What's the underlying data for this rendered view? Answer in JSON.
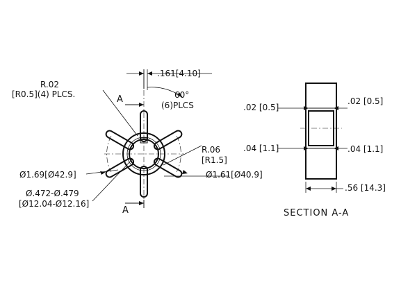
{
  "front_view": {
    "tip_radius": "R.02",
    "tip_radius_detail": "[R0.5](4) PLCS.",
    "section_marker_top": "A",
    "section_marker_bottom": "A",
    "thickness_dim": ".161[4.10]",
    "vane_angle": "60°",
    "vane_angle_count": "(6)PLCS",
    "root_radius": "R.06",
    "root_radius_metric": "[R1.5]",
    "outer_dia_left": "Ø1.69[Ø42.9]",
    "outer_dia_right": "Ø1.61[Ø40.9]",
    "bore_dia": "Ø.472-Ø.479",
    "bore_dia_metric": "[Ø12.04-Ø12.16]"
  },
  "section_view": {
    "left_top_dim": ".02 [0.5]",
    "right_top_dim": ".02 [0.5]",
    "left_mid_dim": ".04 [1.1]",
    "right_mid_dim": ".04 [1.1]",
    "width_dim": ".56 [14.3]",
    "title": "SECTION A-A"
  }
}
